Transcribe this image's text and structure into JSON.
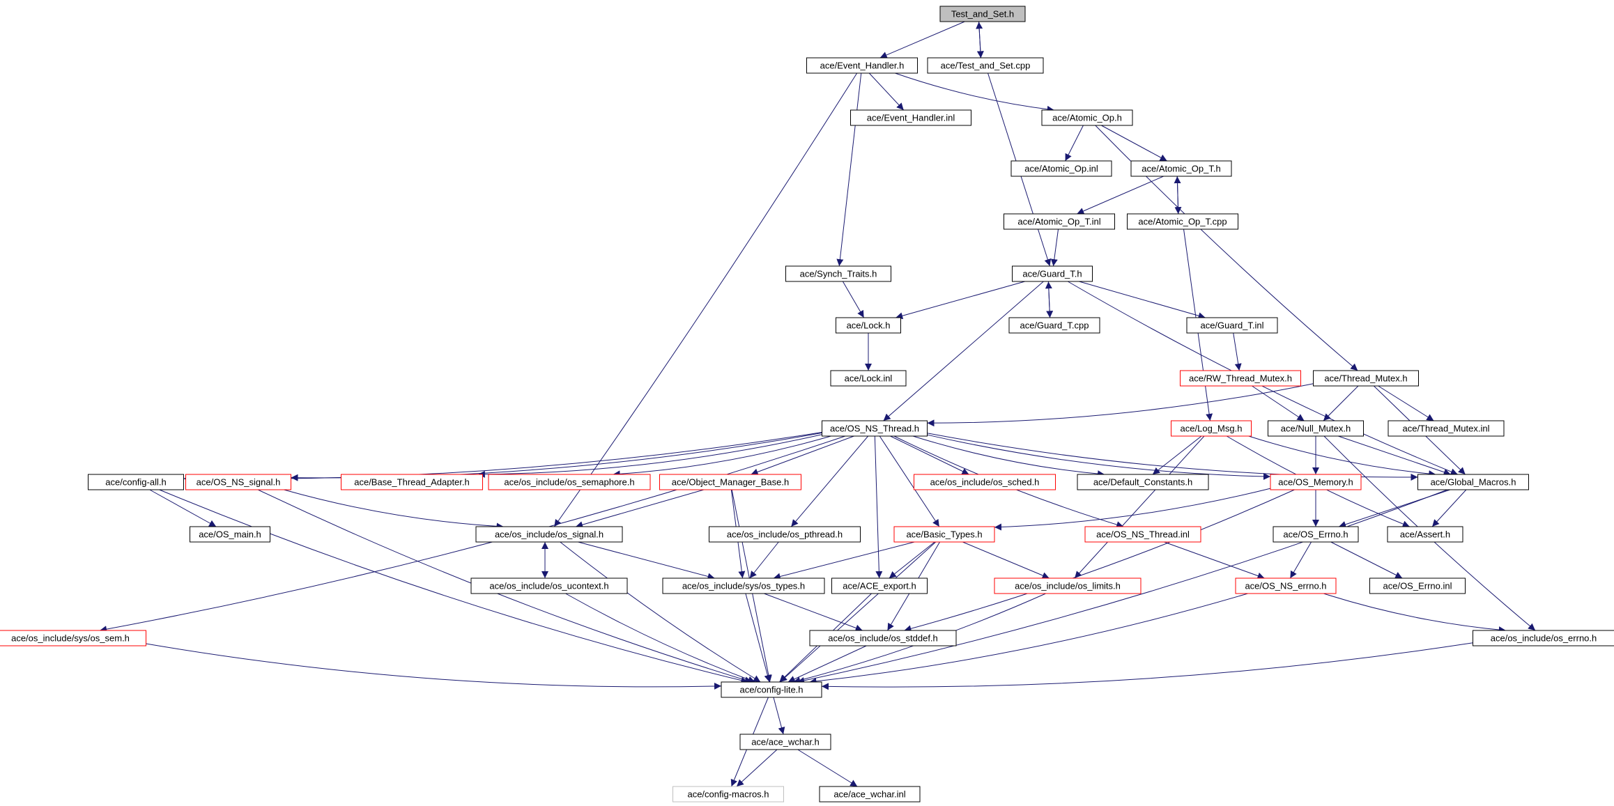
{
  "colors": {
    "edge": "#191970",
    "node_border": "#000000",
    "node_border_red": "#ff0000",
    "node_border_gray": "#bfbfbf",
    "root_fill": "#bfbfbf"
  },
  "nodes": {
    "test_and_set_h": {
      "label": "Test_and_Set.h",
      "style": "root"
    },
    "event_handler_h": {
      "label": "ace/Event_Handler.h",
      "style": "black"
    },
    "test_and_set_cpp": {
      "label": "ace/Test_and_Set.cpp",
      "style": "black"
    },
    "event_handler_inl": {
      "label": "ace/Event_Handler.inl",
      "style": "black"
    },
    "atomic_op_h": {
      "label": "ace/Atomic_Op.h",
      "style": "black"
    },
    "atomic_op_inl": {
      "label": "ace/Atomic_Op.inl",
      "style": "black"
    },
    "atomic_op_t_h": {
      "label": "ace/Atomic_Op_T.h",
      "style": "black"
    },
    "atomic_op_t_inl": {
      "label": "ace/Atomic_Op_T.inl",
      "style": "black"
    },
    "atomic_op_t_cpp": {
      "label": "ace/Atomic_Op_T.cpp",
      "style": "black"
    },
    "synch_traits_h": {
      "label": "ace/Synch_Traits.h",
      "style": "black"
    },
    "guard_t_h": {
      "label": "ace/Guard_T.h",
      "style": "black"
    },
    "lock_h": {
      "label": "ace/Lock.h",
      "style": "black"
    },
    "guard_t_cpp": {
      "label": "ace/Guard_T.cpp",
      "style": "black"
    },
    "guard_t_inl": {
      "label": "ace/Guard_T.inl",
      "style": "black"
    },
    "lock_inl": {
      "label": "ace/Lock.inl",
      "style": "black"
    },
    "rw_thread_mutex_h": {
      "label": "ace/RW_Thread_Mutex.h",
      "style": "red"
    },
    "thread_mutex_h": {
      "label": "ace/Thread_Mutex.h",
      "style": "black"
    },
    "os_ns_thread_h": {
      "label": "ace/OS_NS_Thread.h",
      "style": "black"
    },
    "log_msg_h": {
      "label": "ace/Log_Msg.h",
      "style": "red"
    },
    "null_mutex_h": {
      "label": "ace/Null_Mutex.h",
      "style": "black"
    },
    "thread_mutex_inl": {
      "label": "ace/Thread_Mutex.inl",
      "style": "black"
    },
    "config_all_h": {
      "label": "ace/config-all.h",
      "style": "black"
    },
    "os_ns_signal_h": {
      "label": "ace/OS_NS_signal.h",
      "style": "red"
    },
    "base_thread_adapter_h": {
      "label": "ace/Base_Thread_Adapter.h",
      "style": "red"
    },
    "os_semaphore_h": {
      "label": "ace/os_include/os_semaphore.h",
      "style": "red"
    },
    "object_manager_base_h": {
      "label": "ace/Object_Manager_Base.h",
      "style": "red"
    },
    "os_sched_h": {
      "label": "ace/os_include/os_sched.h",
      "style": "red"
    },
    "default_constants_h": {
      "label": "ace/Default_Constants.h",
      "style": "black"
    },
    "os_memory_h": {
      "label": "ace/OS_Memory.h",
      "style": "red"
    },
    "global_macros_h": {
      "label": "ace/Global_Macros.h",
      "style": "black"
    },
    "os_main_h": {
      "label": "ace/OS_main.h",
      "style": "black"
    },
    "os_signal_h": {
      "label": "ace/os_include/os_signal.h",
      "style": "black"
    },
    "os_pthread_h": {
      "label": "ace/os_include/os_pthread.h",
      "style": "black"
    },
    "basic_types_h": {
      "label": "ace/Basic_Types.h",
      "style": "red"
    },
    "os_ns_thread_inl": {
      "label": "ace/OS_NS_Thread.inl",
      "style": "red"
    },
    "os_errno_h": {
      "label": "ace/OS_Errno.h",
      "style": "black"
    },
    "assert_h": {
      "label": "ace/Assert.h",
      "style": "black"
    },
    "os_ucontext_h": {
      "label": "ace/os_include/os_ucontext.h",
      "style": "black"
    },
    "sys_os_types_h": {
      "label": "ace/os_include/sys/os_types.h",
      "style": "black"
    },
    "ace_export_h": {
      "label": "ace/ACE_export.h",
      "style": "black"
    },
    "os_limits_h": {
      "label": "ace/os_include/os_limits.h",
      "style": "red"
    },
    "os_ns_errno_h": {
      "label": "ace/OS_NS_errno.h",
      "style": "red"
    },
    "os_errno_inl": {
      "label": "ace/OS_Errno.inl",
      "style": "black"
    },
    "sys_os_sem_h": {
      "label": "ace/os_include/sys/os_sem.h",
      "style": "red"
    },
    "os_stddef_h": {
      "label": "ace/os_include/os_stddef.h",
      "style": "black"
    },
    "os_include_os_errno_h": {
      "label": "ace/os_include/os_errno.h",
      "style": "black"
    },
    "config_lite_h": {
      "label": "ace/config-lite.h",
      "style": "black"
    },
    "ace_wchar_h": {
      "label": "ace/ace_wchar.h",
      "style": "black"
    },
    "config_macros_h": {
      "label": "ace/config-macros.h",
      "style": "gray"
    },
    "ace_wchar_inl": {
      "label": "ace/ace_wchar.inl",
      "style": "black"
    }
  },
  "edges": [
    [
      "test_and_set_h",
      "event_handler_h"
    ],
    [
      "test_and_set_h",
      "test_and_set_cpp"
    ],
    [
      "test_and_set_cpp",
      "test_and_set_h"
    ],
    [
      "test_and_set_cpp",
      "guard_t_h"
    ],
    [
      "event_handler_h",
      "event_handler_inl"
    ],
    [
      "event_handler_h",
      "atomic_op_h"
    ],
    [
      "event_handler_h",
      "synch_traits_h"
    ],
    [
      "event_handler_h",
      "os_signal_h"
    ],
    [
      "atomic_op_h",
      "atomic_op_inl"
    ],
    [
      "atomic_op_h",
      "atomic_op_t_h"
    ],
    [
      "atomic_op_h",
      "thread_mutex_h"
    ],
    [
      "atomic_op_t_h",
      "atomic_op_t_inl"
    ],
    [
      "atomic_op_t_h",
      "atomic_op_t_cpp"
    ],
    [
      "atomic_op_t_cpp",
      "atomic_op_t_h"
    ],
    [
      "atomic_op_t_cpp",
      "log_msg_h"
    ],
    [
      "atomic_op_t_inl",
      "guard_t_h"
    ],
    [
      "synch_traits_h",
      "lock_h"
    ],
    [
      "guard_t_h",
      "lock_h"
    ],
    [
      "guard_t_h",
      "guard_t_cpp"
    ],
    [
      "guard_t_cpp",
      "guard_t_h"
    ],
    [
      "guard_t_h",
      "guard_t_inl"
    ],
    [
      "guard_t_h",
      "os_ns_thread_h"
    ],
    [
      "guard_t_h",
      "global_macros_h"
    ],
    [
      "lock_h",
      "lock_inl"
    ],
    [
      "guard_t_inl",
      "rw_thread_mutex_h"
    ],
    [
      "rw_thread_mutex_h",
      "null_mutex_h"
    ],
    [
      "thread_mutex_h",
      "os_ns_thread_h"
    ],
    [
      "thread_mutex_h",
      "null_mutex_h"
    ],
    [
      "thread_mutex_h",
      "thread_mutex_inl"
    ],
    [
      "thread_mutex_h",
      "global_macros_h"
    ],
    [
      "log_msg_h",
      "default_constants_h"
    ],
    [
      "log_msg_h",
      "global_macros_h"
    ],
    [
      "log_msg_h",
      "os_limits_h"
    ],
    [
      "log_msg_h",
      "assert_h"
    ],
    [
      "null_mutex_h",
      "os_memory_h"
    ],
    [
      "null_mutex_h",
      "global_macros_h"
    ],
    [
      "null_mutex_h",
      "os_include_os_errno_h"
    ],
    [
      "os_ns_thread_h",
      "config_all_h"
    ],
    [
      "os_ns_thread_h",
      "os_ns_signal_h"
    ],
    [
      "os_ns_thread_h",
      "base_thread_adapter_h"
    ],
    [
      "os_ns_thread_h",
      "os_semaphore_h"
    ],
    [
      "os_ns_thread_h",
      "object_manager_base_h"
    ],
    [
      "os_ns_thread_h",
      "os_sched_h"
    ],
    [
      "os_ns_thread_h",
      "default_constants_h"
    ],
    [
      "os_ns_thread_h",
      "os_memory_h"
    ],
    [
      "os_ns_thread_h",
      "global_macros_h"
    ],
    [
      "os_ns_thread_h",
      "os_pthread_h"
    ],
    [
      "os_ns_thread_h",
      "basic_types_h"
    ],
    [
      "os_ns_thread_h",
      "os_ns_thread_inl"
    ],
    [
      "os_ns_thread_h",
      "ace_export_h"
    ],
    [
      "os_ns_thread_h",
      "sys_os_sem_h"
    ],
    [
      "config_all_h",
      "os_main_h"
    ],
    [
      "config_all_h",
      "config_lite_h"
    ],
    [
      "os_ns_signal_h",
      "os_signal_h"
    ],
    [
      "os_ns_signal_h",
      "config_lite_h"
    ],
    [
      "object_manager_base_h",
      "os_signal_h"
    ],
    [
      "object_manager_base_h",
      "sys_os_types_h"
    ],
    [
      "object_manager_base_h",
      "config_lite_h"
    ],
    [
      "os_memory_h",
      "basic_types_h"
    ],
    [
      "os_memory_h",
      "os_errno_h"
    ],
    [
      "os_memory_h",
      "os_stddef_h"
    ],
    [
      "global_macros_h",
      "os_errno_h"
    ],
    [
      "global_macros_h",
      "assert_h"
    ],
    [
      "global_macros_h",
      "config_lite_h"
    ],
    [
      "os_signal_h",
      "os_ucontext_h"
    ],
    [
      "os_ucontext_h",
      "os_signal_h"
    ],
    [
      "os_signal_h",
      "sys_os_types_h"
    ],
    [
      "os_signal_h",
      "config_lite_h"
    ],
    [
      "os_pthread_h",
      "sys_os_types_h"
    ],
    [
      "basic_types_h",
      "sys_os_types_h"
    ],
    [
      "basic_types_h",
      "ace_export_h"
    ],
    [
      "basic_types_h",
      "os_limits_h"
    ],
    [
      "basic_types_h",
      "os_stddef_h"
    ],
    [
      "basic_types_h",
      "config_lite_h"
    ],
    [
      "os_ns_thread_inl",
      "os_ns_errno_h"
    ],
    [
      "os_errno_h",
      "os_ns_errno_h"
    ],
    [
      "os_errno_h",
      "os_errno_inl"
    ],
    [
      "os_ucontext_h",
      "config_lite_h"
    ],
    [
      "sys_os_types_h",
      "os_stddef_h"
    ],
    [
      "sys_os_types_h",
      "config_lite_h"
    ],
    [
      "ace_export_h",
      "config_lite_h"
    ],
    [
      "os_limits_h",
      "config_lite_h"
    ],
    [
      "os_ns_errno_h",
      "os_include_os_errno_h"
    ],
    [
      "os_ns_errno_h",
      "config_lite_h"
    ],
    [
      "sys_os_sem_h",
      "config_lite_h"
    ],
    [
      "os_stddef_h",
      "config_lite_h"
    ],
    [
      "os_include_os_errno_h",
      "config_lite_h"
    ],
    [
      "config_lite_h",
      "ace_wchar_h"
    ],
    [
      "config_lite_h",
      "config_macros_h"
    ],
    [
      "ace_wchar_h",
      "config_macros_h"
    ],
    [
      "ace_wchar_h",
      "ace_wchar_inl"
    ]
  ]
}
